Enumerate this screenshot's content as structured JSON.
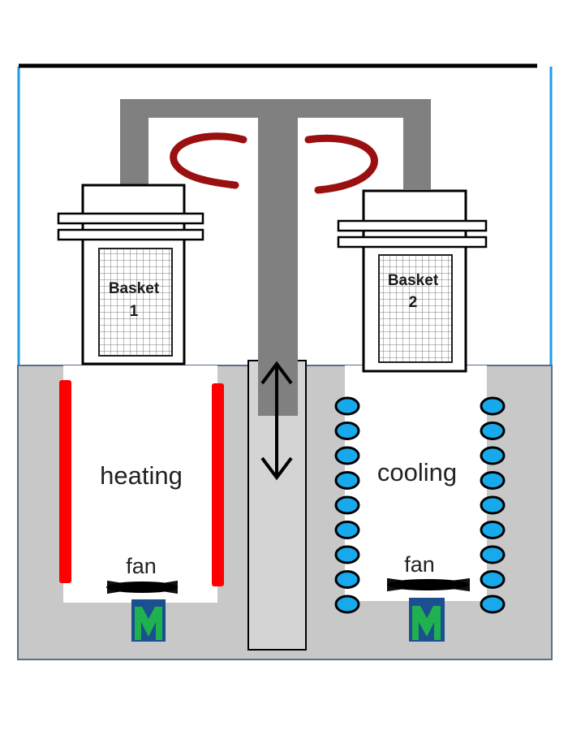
{
  "baskets": [
    {
      "word": "Basket",
      "number": "1"
    },
    {
      "word": "Basket",
      "number": "2"
    }
  ],
  "chambers": {
    "left": {
      "label": "heating",
      "fan_label": "fan",
      "motor_label": "M"
    },
    "right": {
      "label": "cooling",
      "fan_label": "fan",
      "motor_label": "M"
    }
  },
  "colors": {
    "housing": "#c8c8c8",
    "frame_gray": "#808080",
    "wall_blue": "#1e9be6",
    "outline": "#5a6e8c",
    "heater_red": "#ff0000",
    "coil_blue": "#17a9ec",
    "rotation_arrow": "#9a0f0f",
    "motor_green": "#1fb050",
    "motor_base": "#1b4f8f"
  },
  "icons": {
    "rotation": "rotation-arrow-icon",
    "vertical_motion": "double-headed-arrow-icon",
    "fan": "fan-icon",
    "motor": "motor-icon"
  }
}
